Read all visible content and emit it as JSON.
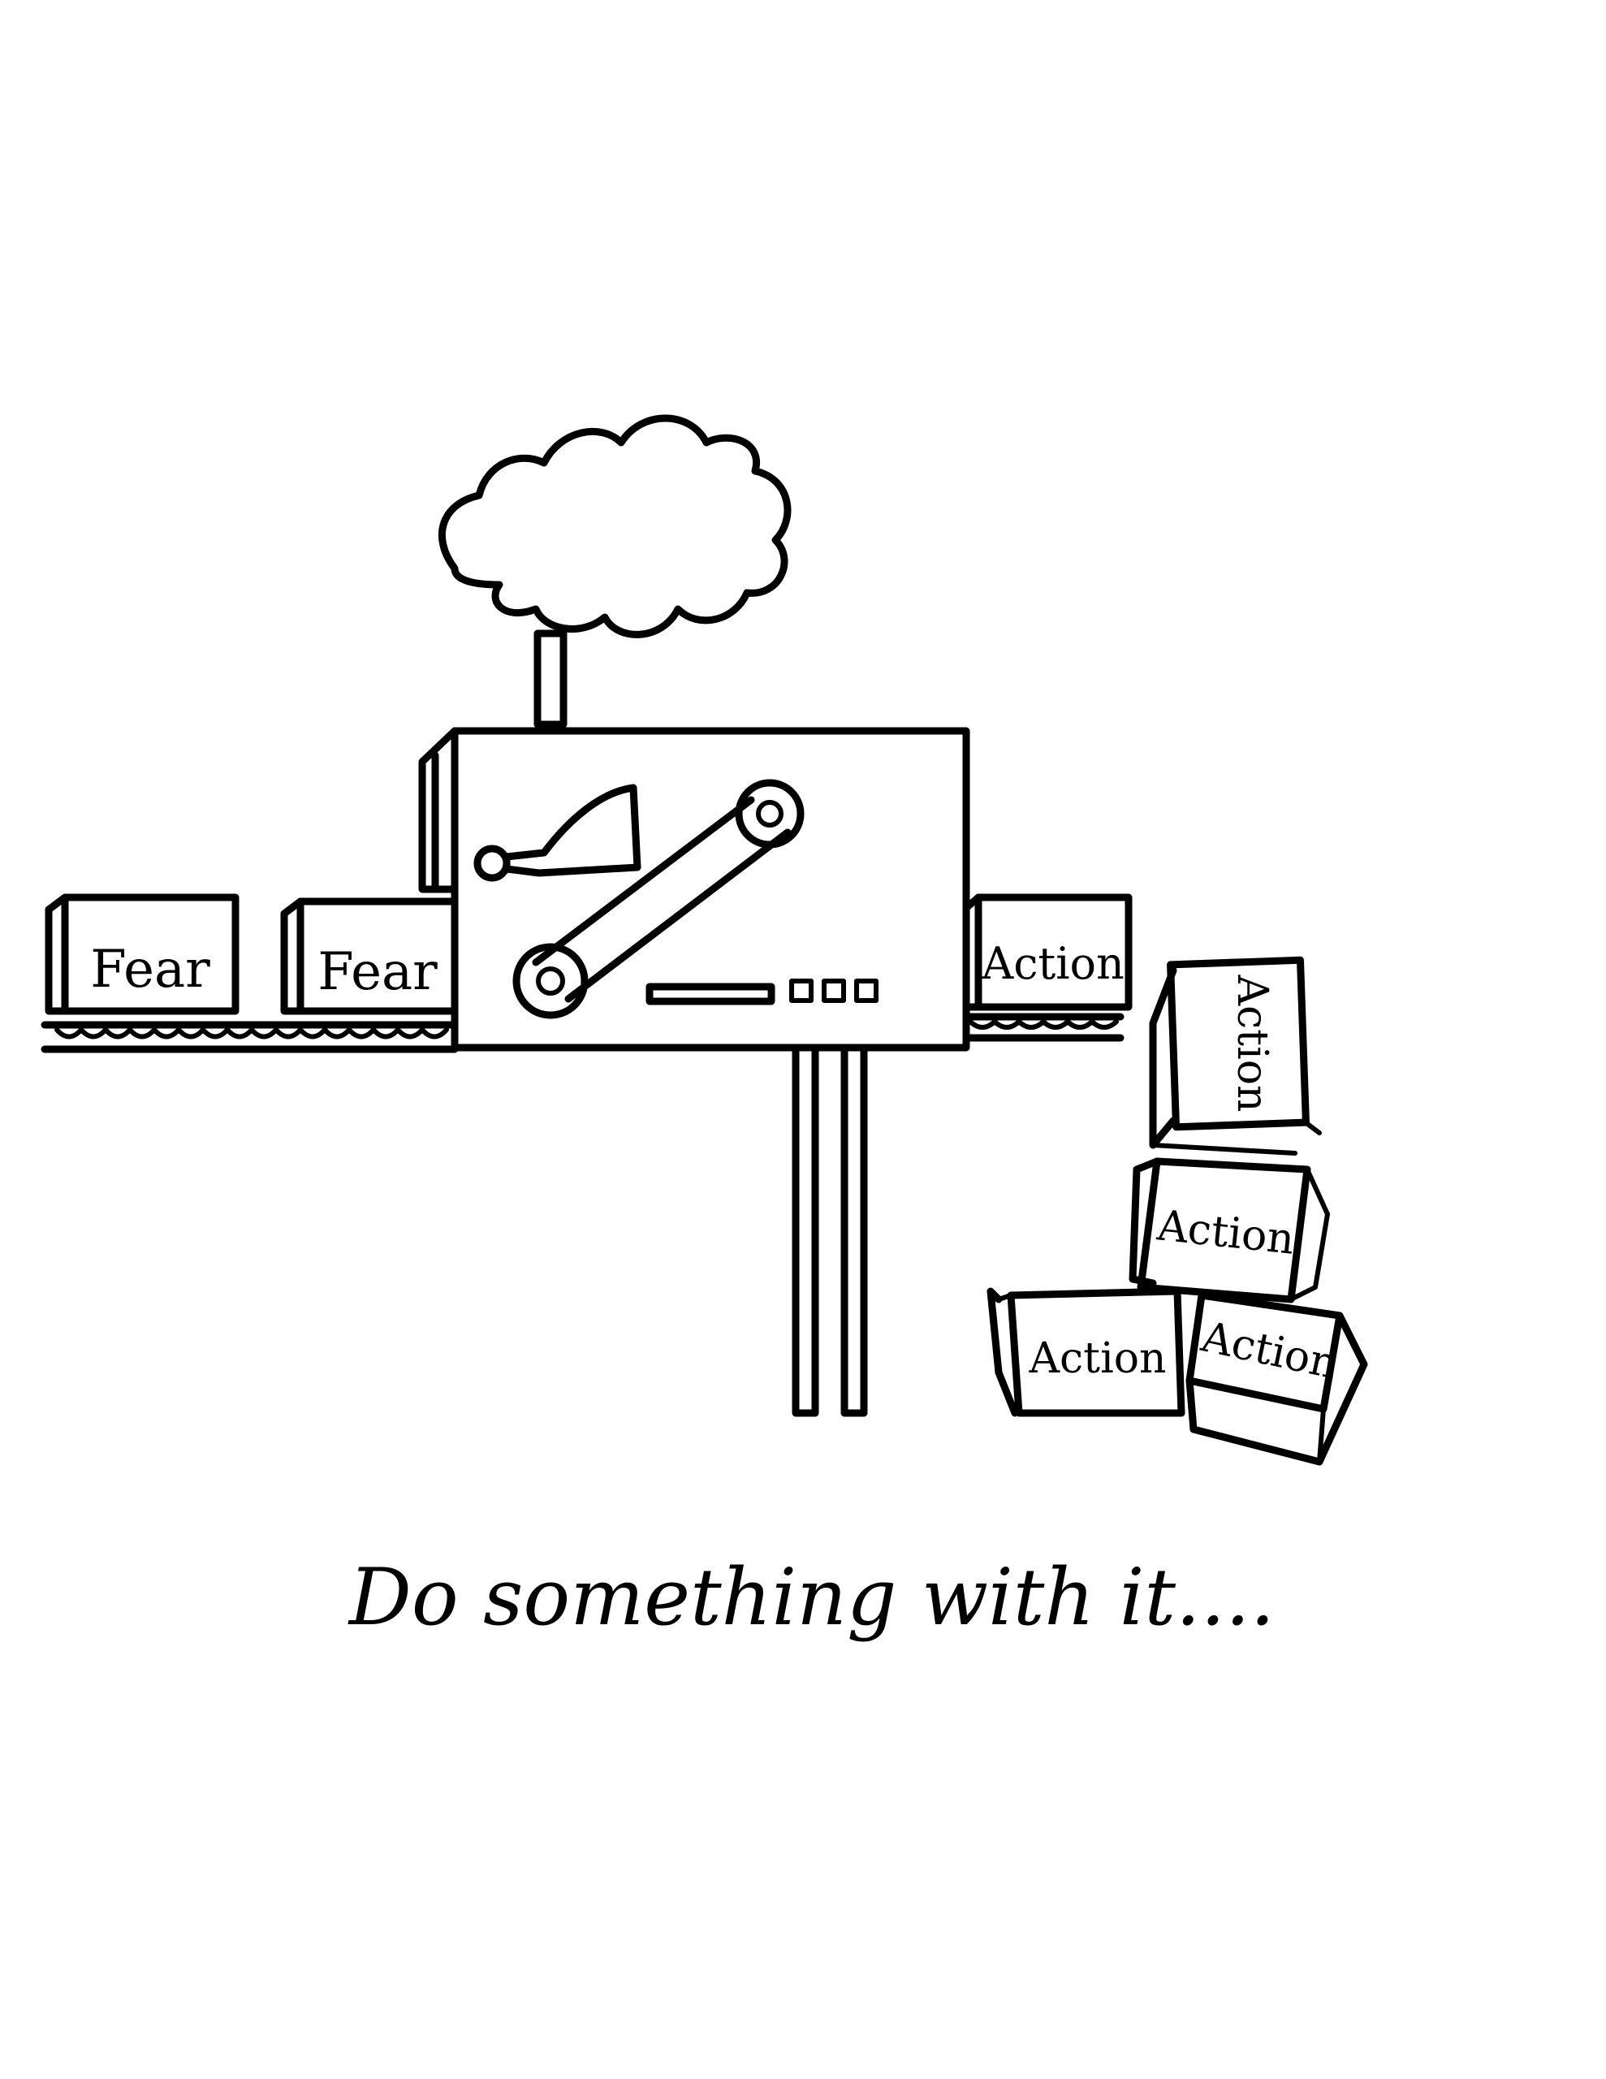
{
  "drawing": {
    "input_blocks": [
      {
        "label": "Fear"
      },
      {
        "label": "Fear"
      }
    ],
    "output_block": {
      "label": "Action"
    },
    "stacked_blocks": [
      {
        "label": "Action"
      },
      {
        "label": "Action"
      },
      {
        "label": "Action"
      },
      {
        "label": "Action"
      }
    ],
    "caption": "Do something with it....",
    "ink_color": "#000000",
    "paper_color": "#ffffff"
  }
}
